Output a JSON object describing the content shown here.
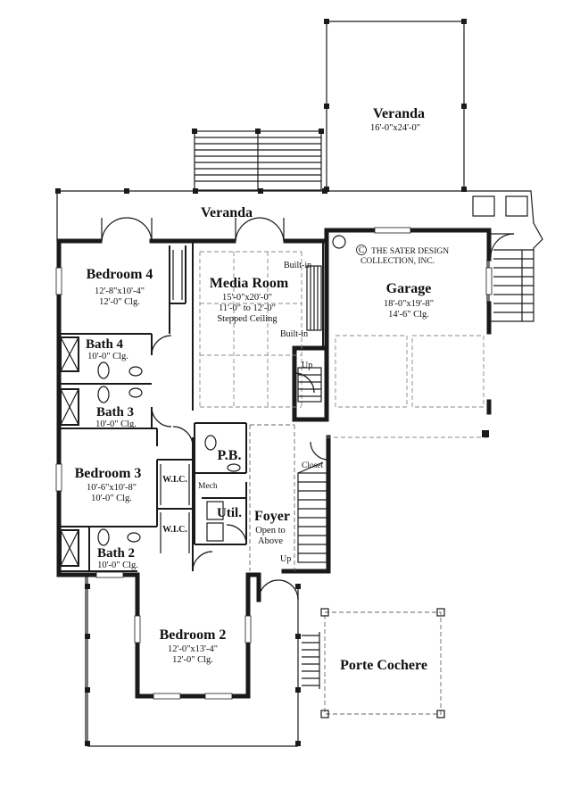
{
  "plan": {
    "copyright": {
      "symbol": "C",
      "line1": "THE SATER DESIGN",
      "line2": "COLLECTION, INC."
    },
    "rooms": {
      "veranda_upper": {
        "name": "Veranda",
        "dims": "16'-0\"x24'-0\""
      },
      "veranda_main": {
        "name": "Veranda"
      },
      "bedroom4": {
        "name": "Bedroom 4",
        "dims": "12'-8\"x10'-4\"",
        "ceiling": "12'-0\" Clg."
      },
      "media_room": {
        "name": "Media Room",
        "dims": "15'-0\"x20'-0\"",
        "ceiling1": "11'-0\" to 12'-0\"",
        "ceiling2": "Stepped Ceiling"
      },
      "garage": {
        "name": "Garage",
        "dims": "18'-0\"x19'-8\"",
        "ceiling": "14'-6\" Clg."
      },
      "bath4": {
        "name": "Bath 4",
        "ceiling": "10'-0\" Clg."
      },
      "bath3": {
        "name": "Bath 3",
        "ceiling": "10'-0\" Clg."
      },
      "bedroom3": {
        "name": "Bedroom 3",
        "dims": "10'-6\"x10'-8\"",
        "ceiling": "10'-0\" Clg."
      },
      "pb": {
        "name": "P.B."
      },
      "util": {
        "name": "Util."
      },
      "foyer": {
        "name": "Foyer",
        "note1": "Open to",
        "note2": "Above"
      },
      "bath2": {
        "name": "Bath 2",
        "ceiling": "10'-0\" Clg."
      },
      "bedroom2": {
        "name": "Bedroom 2",
        "dims": "12'-0\"x13'-4\"",
        "ceiling": "12'-0\" Clg."
      },
      "porte_cochere": {
        "name": "Porte Cochere"
      }
    },
    "labels": {
      "builtin_top": "Built-in",
      "builtin_bottom": "Built-in",
      "up_garage": "Up",
      "up_foyer": "Up",
      "closet": "Closet",
      "wic_upper": "W.I.C.",
      "wic_lower": "W.I.C.",
      "mech": "Mech"
    }
  }
}
